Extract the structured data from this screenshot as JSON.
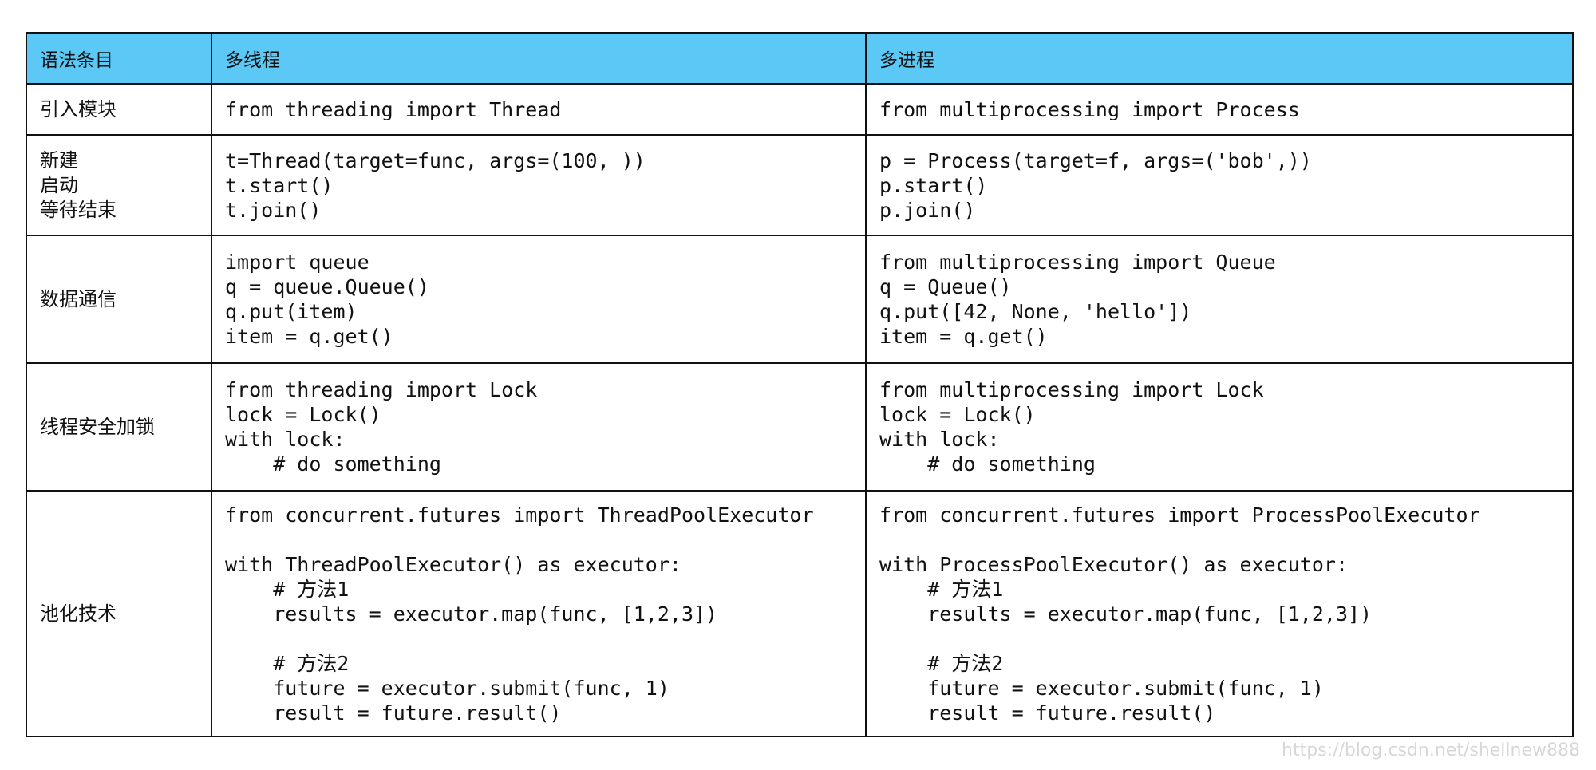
{
  "table": {
    "headers": [
      "语法条目",
      "多线程",
      "多进程"
    ],
    "rows": [
      {
        "label": "引入模块",
        "thread": "from threading import Thread",
        "process": "from multiprocessing import Process"
      },
      {
        "label": "新建\n启动\n等待结束",
        "thread": "t=Thread(target=func, args=(100, ))\nt.start()\nt.join()",
        "process": "p = Process(target=f, args=('bob',))\np.start()\np.join()"
      },
      {
        "label": "数据通信",
        "thread": "import queue\nq = queue.Queue()\nq.put(item)\nitem = q.get()",
        "process": "from multiprocessing import Queue\nq = Queue()\nq.put([42, None, 'hello'])\nitem = q.get()"
      },
      {
        "label": "线程安全加锁",
        "thread": "from threading import Lock\nlock = Lock()\nwith lock:\n    # do something",
        "process": "from multiprocessing import Lock\nlock = Lock()\nwith lock:\n    # do something"
      },
      {
        "label": "池化技术",
        "thread": "from concurrent.futures import ThreadPoolExecutor\n\nwith ThreadPoolExecutor() as executor:\n    # 方法1\n    results = executor.map(func, [1,2,3])\n\n    # 方法2\n    future = executor.submit(func, 1)\n    result = future.result()",
        "process": "from concurrent.futures import ProcessPoolExecutor\n\nwith ProcessPoolExecutor() as executor:\n    # 方法1\n    results = executor.map(func, [1,2,3])\n\n    # 方法2\n    future = executor.submit(func, 1)\n    result = future.result()"
      }
    ]
  },
  "watermark": "https://blog.csdn.net/shellnew888"
}
